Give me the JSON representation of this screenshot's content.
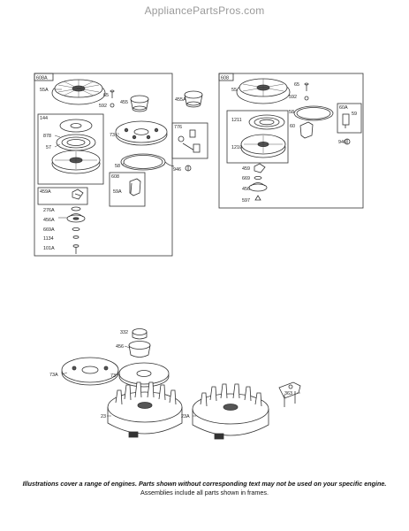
{
  "watermark": "AppliancePartsPros.com",
  "frames": {
    "left": {
      "assembly": "608A",
      "sub144": "144",
      "sub459A": "459A",
      "sub608": "608",
      "sub776": "776"
    },
    "right": {
      "assembly": "608",
      "sub60A": "60A"
    }
  },
  "part_labels": {
    "left_frame": [
      "55A",
      "65",
      "592",
      "455",
      "455A",
      "878",
      "57",
      "73",
      "776",
      "58",
      "946",
      "608",
      "59A",
      "459A",
      "276A",
      "456A",
      "669A",
      "1134",
      "101A"
    ],
    "right_frame": [
      "55",
      "65",
      "592",
      "1211",
      "58",
      "60",
      "60A",
      "59",
      "946",
      "1210",
      "459",
      "669",
      "456",
      "597"
    ],
    "lower": [
      "332",
      "456",
      "73A",
      "73",
      "363",
      "23",
      "23A"
    ]
  },
  "footer": {
    "line1": "Illustrations cover a range of engines. Parts shown without corresponding text may not be used on your specific engine.",
    "line2": "Assemblies include all parts shown in frames."
  }
}
